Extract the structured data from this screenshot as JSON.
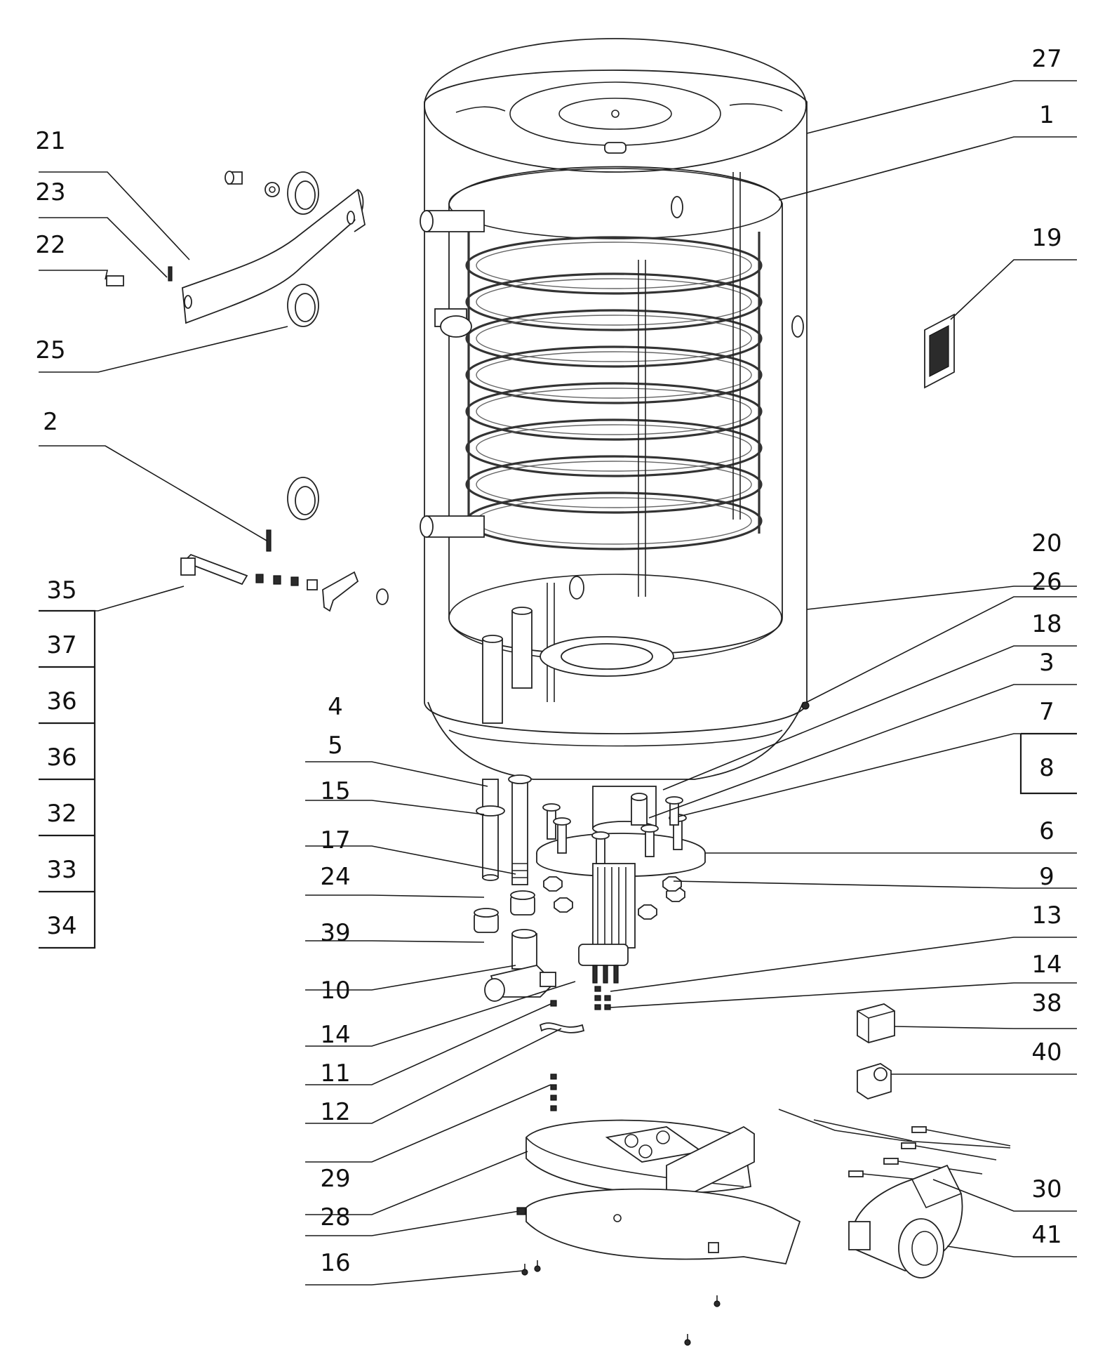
{
  "diagram": {
    "callouts_left": [
      "21",
      "23",
      "22",
      "25",
      "2",
      "35",
      "37",
      "36",
      "36",
      "32",
      "33",
      "34",
      "4",
      "5",
      "15",
      "17",
      "24",
      "39",
      "10",
      "14",
      "11",
      "12",
      "29",
      "28",
      "16"
    ],
    "callouts_right": [
      "27",
      "1",
      "19",
      "20",
      "26",
      "18",
      "3",
      "7",
      "8",
      "6",
      "9",
      "13",
      "14",
      "38",
      "40",
      "30",
      "41"
    ]
  }
}
